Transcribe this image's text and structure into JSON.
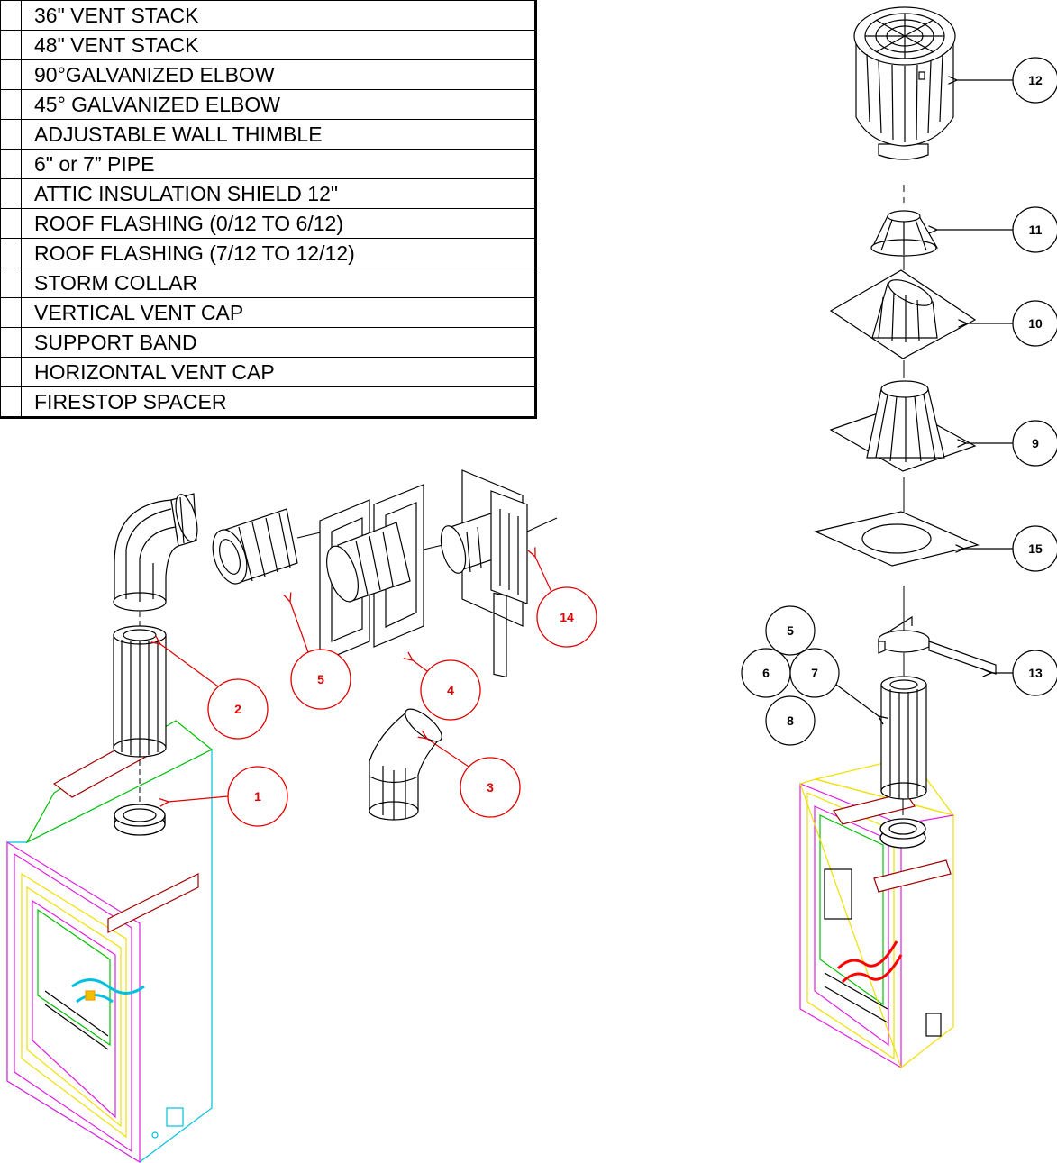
{
  "parts_list": [
    {
      "label": "36\" VENT STACK"
    },
    {
      "label": "48\" VENT STACK"
    },
    {
      "label": "90°GALVANIZED ELBOW"
    },
    {
      "label": "45° GALVANIZED ELBOW"
    },
    {
      "label": "ADJUSTABLE WALL THIMBLE"
    },
    {
      "label": "6\" or 7” PIPE"
    },
    {
      "label": "ATTIC INSULATION SHIELD 12\""
    },
    {
      "label": "ROOF FLASHING (0/12 TO 6/12)"
    },
    {
      "label": "ROOF FLASHING (7/12 TO 12/12)"
    },
    {
      "label": "STORM COLLAR"
    },
    {
      "label": "VERTICAL VENT CAP"
    },
    {
      "label": "SUPPORT BAND"
    },
    {
      "label": "HORIZONTAL VENT CAP"
    },
    {
      "label": "FIRESTOP SPACER"
    }
  ],
  "horizontal_callouts": [
    "1",
    "2",
    "3",
    "4",
    "5",
    "14"
  ],
  "vertical_callouts": [
    "12",
    "11",
    "10",
    "9",
    "15",
    "13"
  ],
  "pipe_cluster": [
    "5",
    "6",
    "7",
    "8"
  ],
  "colors": {
    "callout_red": "#e00000",
    "line": "#000000",
    "frame_magenta": "#e020e0",
    "frame_yellow": "#f0e000",
    "frame_cyan": "#00c0e0",
    "frame_green": "#00c000"
  }
}
